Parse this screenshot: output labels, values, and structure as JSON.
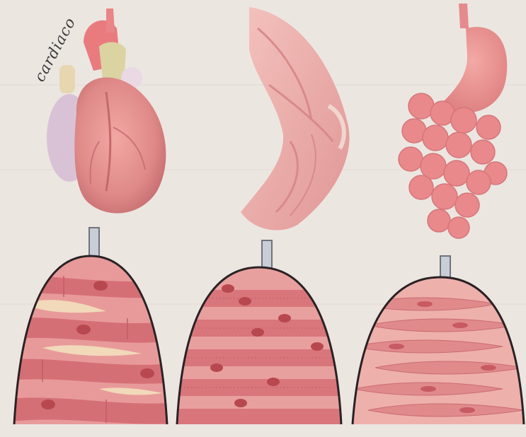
{
  "handwritten_note": "cardiaco",
  "colors": {
    "paper": "#ece6e1",
    "tissue_base": "#e89a9a",
    "tissue_fiber": "#d06e74",
    "nucleus": "#b8484f",
    "arrow_fill": "#c9ced6",
    "arrow_stroke": "#6e737d",
    "outline": "#2a2224"
  },
  "panels": [
    {
      "organ": "heart-illustration",
      "tissue": "cardiac-muscle-tissue"
    },
    {
      "organ": "arm-muscle-illustration",
      "tissue": "skeletal-muscle-tissue"
    },
    {
      "organ": "digestive-organs-illustration",
      "tissue": "smooth-muscle-tissue"
    }
  ]
}
